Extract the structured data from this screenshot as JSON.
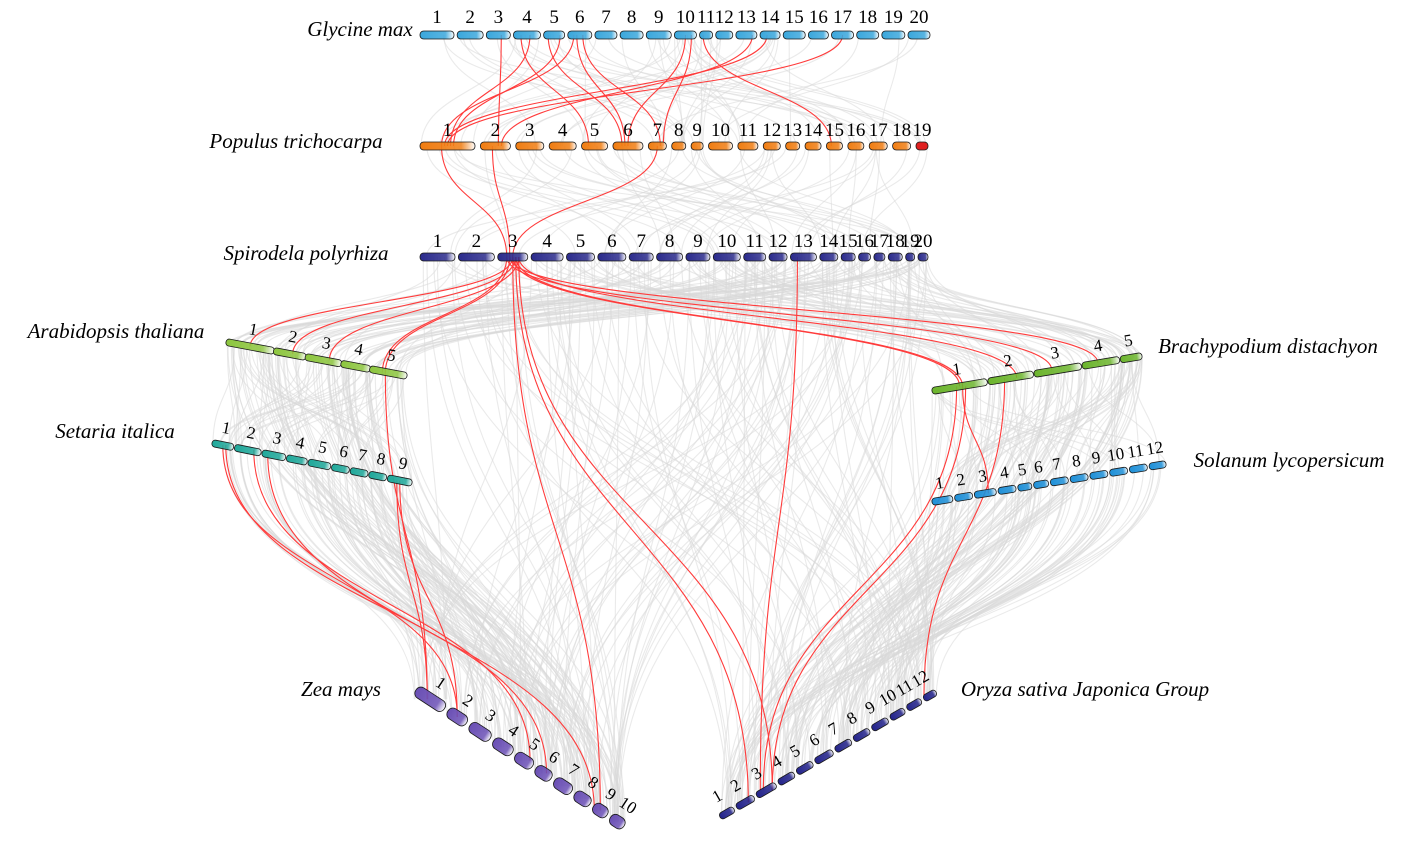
{
  "colors": {
    "background_links": "#d9d9d9",
    "highlight_links": "#ff3b3b",
    "focus_species_label": "#ff1a1a",
    "default_label": "#000000"
  },
  "species": [
    {
      "id": "glycine",
      "name": "Glycine max",
      "color": "#3aa7dc",
      "chromosomes": [
        "1",
        "2",
        "3",
        "4",
        "5",
        "6",
        "7",
        "8",
        "9",
        "10",
        "11",
        "12",
        "13",
        "14",
        "15",
        "16",
        "17",
        "18",
        "19",
        "20"
      ]
    },
    {
      "id": "populus",
      "name": "Populus trichocarpa",
      "color": "#f07d12",
      "highlight_last_color": "#e02020",
      "chromosomes": [
        "1",
        "2",
        "3",
        "4",
        "5",
        "6",
        "7",
        "8",
        "9",
        "10",
        "11",
        "12",
        "13",
        "14",
        "15",
        "16",
        "17",
        "18",
        "19"
      ]
    },
    {
      "id": "spirodela",
      "name": "Spirodela polyrhiza",
      "color": "#2b2b8c",
      "focus": true,
      "chromosomes": [
        "1",
        "2",
        "3",
        "4",
        "5",
        "6",
        "7",
        "8",
        "9",
        "10",
        "11",
        "12",
        "13",
        "14",
        "15",
        "16",
        "17",
        "18",
        "19",
        "20"
      ]
    },
    {
      "id": "arabidopsis",
      "name": "Arabidopsis thaliana",
      "color": "#8dc63f",
      "chromosomes": [
        "1",
        "2",
        "3",
        "4",
        "5"
      ]
    },
    {
      "id": "setaria",
      "name": "Setaria italica",
      "color": "#1fa89a",
      "chromosomes": [
        "1",
        "2",
        "3",
        "4",
        "5",
        "6",
        "7",
        "8",
        "9"
      ]
    },
    {
      "id": "brachypodium",
      "name": "Brachypodium distachyon",
      "color": "#6cb52d",
      "chromosomes": [
        "1",
        "2",
        "3",
        "4",
        "5"
      ]
    },
    {
      "id": "solanum",
      "name": "Solanum lycopersicum",
      "color": "#1e90d8",
      "chromosomes": [
        "1",
        "2",
        "3",
        "4",
        "5",
        "6",
        "7",
        "8",
        "9",
        "10",
        "11",
        "12"
      ]
    },
    {
      "id": "zea",
      "name": "Zea mays",
      "color": "#6a4fb5",
      "chromosomes": [
        "1",
        "2",
        "3",
        "4",
        "5",
        "6",
        "7",
        "8",
        "9",
        "10"
      ]
    },
    {
      "id": "oryza",
      "name": "Oryza sativa Japonica Group",
      "color": "#22228a",
      "chromosomes": [
        "1",
        "2",
        "3",
        "4",
        "5",
        "6",
        "7",
        "8",
        "9",
        "10",
        "11",
        "12"
      ]
    }
  ],
  "highlight_links": [
    {
      "from": [
        "spirodela",
        "3"
      ],
      "to": [
        "populus",
        "1"
      ]
    },
    {
      "from": [
        "spirodela",
        "3"
      ],
      "to": [
        "populus",
        "2"
      ]
    },
    {
      "from": [
        "spirodela",
        "3"
      ],
      "to": [
        "populus",
        "7"
      ]
    },
    {
      "from": [
        "populus",
        "1"
      ],
      "to": [
        "glycine",
        "4"
      ]
    },
    {
      "from": [
        "populus",
        "1"
      ],
      "to": [
        "glycine",
        "5"
      ]
    },
    {
      "from": [
        "populus",
        "1"
      ],
      "to": [
        "glycine",
        "6"
      ]
    },
    {
      "from": [
        "populus",
        "1"
      ],
      "to": [
        "glycine",
        "14"
      ]
    },
    {
      "from": [
        "populus",
        "1"
      ],
      "to": [
        "glycine",
        "17"
      ]
    },
    {
      "from": [
        "populus",
        "2"
      ],
      "to": [
        "glycine",
        "3"
      ]
    },
    {
      "from": [
        "populus",
        "2"
      ],
      "to": [
        "glycine",
        "13"
      ]
    },
    {
      "from": [
        "populus",
        "6"
      ],
      "to": [
        "glycine",
        "5"
      ]
    },
    {
      "from": [
        "populus",
        "6"
      ],
      "to": [
        "glycine",
        "6"
      ]
    },
    {
      "from": [
        "populus",
        "6"
      ],
      "to": [
        "glycine",
        "10"
      ]
    },
    {
      "from": [
        "populus",
        "7"
      ],
      "to": [
        "glycine",
        "6"
      ]
    },
    {
      "from": [
        "populus",
        "7"
      ],
      "to": [
        "glycine",
        "10"
      ]
    },
    {
      "from": [
        "populus",
        "5"
      ],
      "to": [
        "glycine",
        "4"
      ]
    },
    {
      "from": [
        "populus",
        "15"
      ],
      "to": [
        "glycine",
        "11"
      ]
    },
    {
      "from": [
        "spirodela",
        "3"
      ],
      "to": [
        "arabidopsis",
        "1"
      ]
    },
    {
      "from": [
        "spirodela",
        "3"
      ],
      "to": [
        "arabidopsis",
        "2"
      ]
    },
    {
      "from": [
        "spirodela",
        "3"
      ],
      "to": [
        "arabidopsis",
        "3"
      ]
    },
    {
      "from": [
        "spirodela",
        "3"
      ],
      "to": [
        "arabidopsis",
        "5"
      ]
    },
    {
      "from": [
        "spirodela",
        "3"
      ],
      "to": [
        "arabidopsis",
        "5"
      ]
    },
    {
      "from": [
        "spirodela",
        "3"
      ],
      "to": [
        "brachypodium",
        "1"
      ]
    },
    {
      "from": [
        "spirodela",
        "3"
      ],
      "to": [
        "brachypodium",
        "1"
      ]
    },
    {
      "from": [
        "spirodela",
        "3"
      ],
      "to": [
        "brachypodium",
        "2"
      ]
    },
    {
      "from": [
        "spirodela",
        "3"
      ],
      "to": [
        "brachypodium",
        "3"
      ]
    },
    {
      "from": [
        "spirodela",
        "3"
      ],
      "to": [
        "brachypodium",
        "4"
      ]
    },
    {
      "from": [
        "spirodela",
        "3"
      ],
      "to": [
        "zea",
        "9"
      ]
    },
    {
      "from": [
        "spirodela",
        "3"
      ],
      "to": [
        "oryza",
        "2"
      ]
    },
    {
      "from": [
        "spirodela",
        "3"
      ],
      "to": [
        "oryza",
        "3"
      ]
    },
    {
      "from": [
        "spirodela",
        "13"
      ],
      "to": [
        "oryza",
        "3"
      ]
    },
    {
      "from": [
        "arabidopsis",
        "5"
      ],
      "to": [
        "zea",
        "1"
      ]
    },
    {
      "from": [
        "setaria",
        "1"
      ],
      "to": [
        "zea",
        "2"
      ]
    },
    {
      "from": [
        "setaria",
        "1"
      ],
      "to": [
        "zea",
        "6"
      ]
    },
    {
      "from": [
        "setaria",
        "2"
      ],
      "to": [
        "zea",
        "5"
      ]
    },
    {
      "from": [
        "setaria",
        "3"
      ],
      "to": [
        "zea",
        "9"
      ]
    },
    {
      "from": [
        "setaria",
        "9"
      ],
      "to": [
        "zea",
        "1"
      ]
    },
    {
      "from": [
        "setaria",
        "9"
      ],
      "to": [
        "zea",
        "2"
      ]
    },
    {
      "from": [
        "brachypodium",
        "1"
      ],
      "to": [
        "solanum",
        "3"
      ]
    },
    {
      "from": [
        "brachypodium",
        "1"
      ],
      "to": [
        "oryza",
        "3"
      ]
    },
    {
      "from": [
        "brachypodium",
        "2"
      ],
      "to": [
        "oryza",
        "12"
      ]
    },
    {
      "from": [
        "brachypodium",
        "1"
      ],
      "to": [
        "oryza",
        "3"
      ]
    }
  ]
}
